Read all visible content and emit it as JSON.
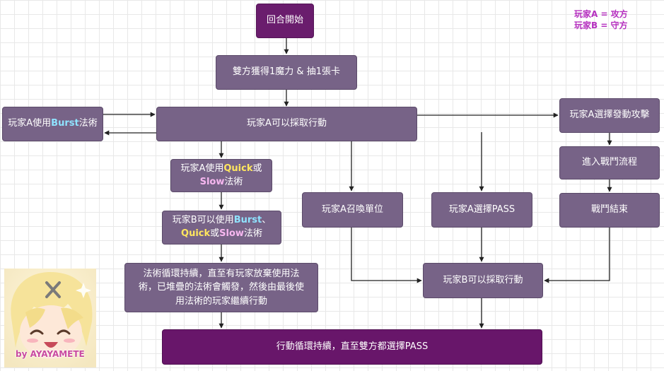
{
  "legend": {
    "line1": "玩家A = 攻方",
    "line2": "玩家B = 守方"
  },
  "nodes": {
    "round_start": "回合開始",
    "gain_mana_draw": "雙方獲得1魔力 & 抽1張卡",
    "a_can_act": "玩家A可以採取行動",
    "a_burst": {
      "pre": "玩家A使用",
      "kw": "Burst",
      "post": "法術"
    },
    "a_quick_slow": {
      "pre": "玩家A使用",
      "kw1": "Quick",
      "mid": "或",
      "kw2": "Slow",
      "post": "法術"
    },
    "b_can_use": {
      "pre": "玩家B可以使用",
      "kw1": "Burst",
      "sep": "、",
      "kw2": "Quick",
      "mid": "或",
      "kw3": "Slow",
      "post": "法術"
    },
    "spell_loop": "法術循環持續，直至有玩家放棄使用法術，已堆疊的法術會觸發，然後由最後使用法術的玩家繼續行動",
    "a_summon": "玩家A召喚單位",
    "a_pass": "玩家A選擇PASS",
    "a_attack": "玩家A選擇發動攻擊",
    "enter_combat": "進入戰鬥流程",
    "combat_end": "戰鬥結束",
    "b_can_act": "玩家B可以採取行動",
    "action_loop": "行動循環持續，直至雙方都選擇PASS"
  },
  "avatar": {
    "credit": "by AYAYAMETE"
  },
  "colors": {
    "node_fill": "#776387",
    "node_fill_dark": "#6a1d6d",
    "keyword_burst": "#8fe3ff",
    "keyword_quick": "#ffe65e",
    "keyword_slow": "#f7b7f0",
    "legend_text": "#b52fbf",
    "edge": "#222222"
  }
}
